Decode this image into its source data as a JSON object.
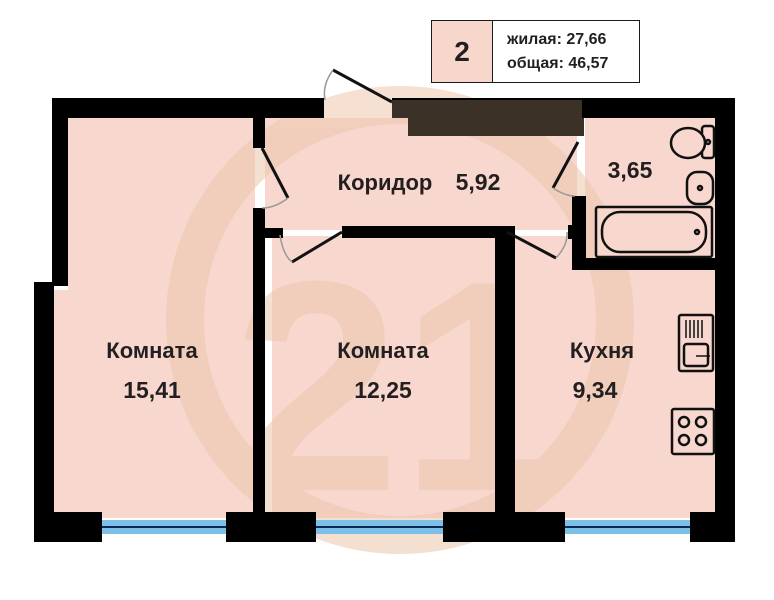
{
  "legend": {
    "rooms_count": "2",
    "living_area": "жилая: 27,66",
    "total_area": "общая: 46,57"
  },
  "rooms": [
    {
      "name": "Комната",
      "area": "15,41"
    },
    {
      "name": "Комната",
      "area": "12,25"
    },
    {
      "name": "Кухня",
      "area": "9,34"
    },
    {
      "name": "Коридор",
      "area": "5,92"
    },
    {
      "name": "",
      "area": "3,65"
    }
  ],
  "colors": {
    "floor": "#f8d8ce",
    "wall": "#000000",
    "window": "#7cc0e8",
    "watermark": "#efcfb8"
  },
  "watermark": "21",
  "fixtures": [
    "toilet-icon",
    "sink-icon",
    "bathtub-icon",
    "kitchen-sink-icon",
    "stove-icon"
  ]
}
